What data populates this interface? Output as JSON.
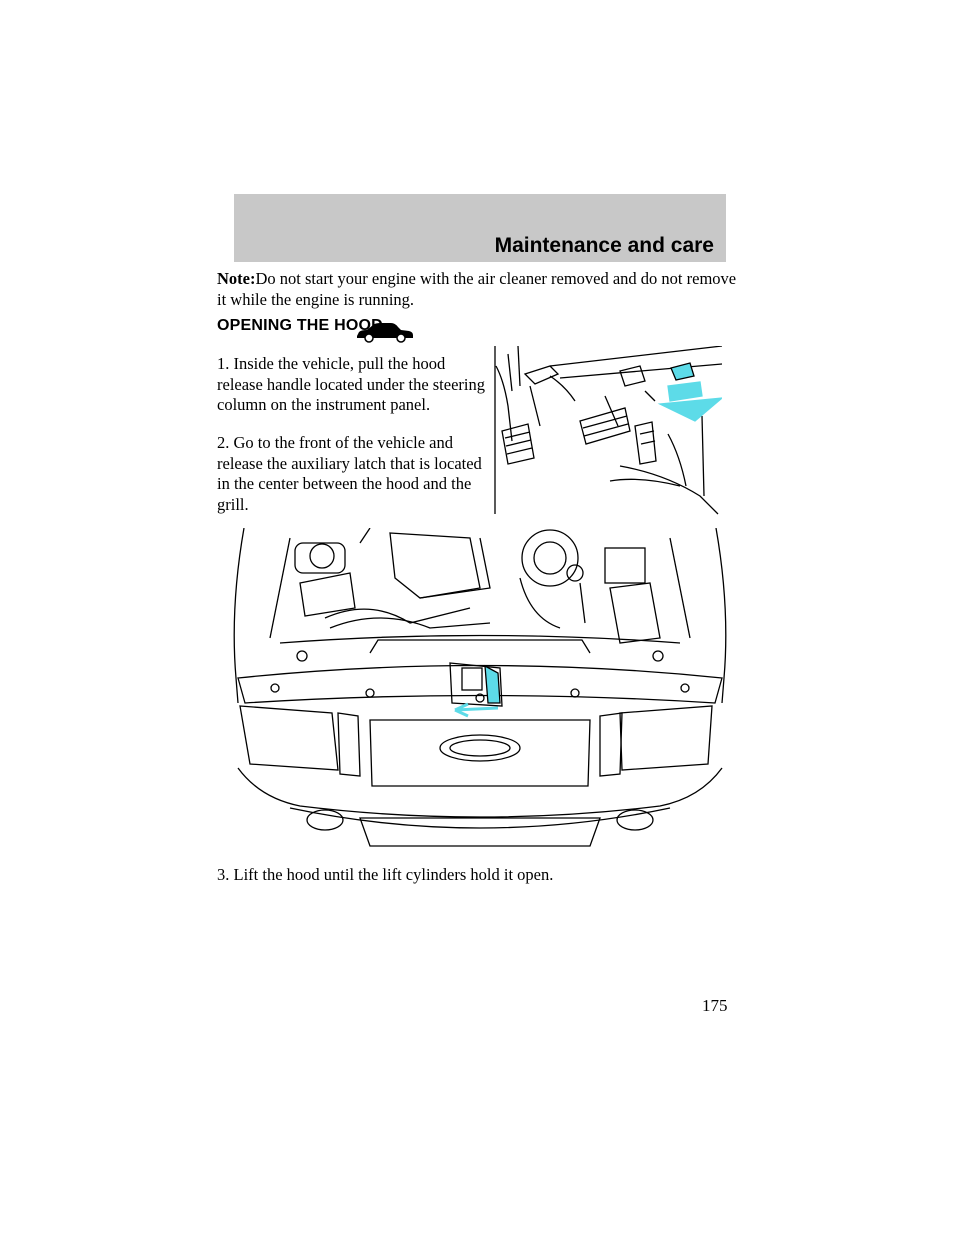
{
  "header": {
    "section_title": "Maintenance and care"
  },
  "note": {
    "label": "Note:",
    "text": "Do not start your engine with the air cleaner removed and do not remove it while the engine is running."
  },
  "section": {
    "heading": "OPENING THE HOOD",
    "icon": "car-icon"
  },
  "steps": [
    {
      "text": "1. Inside the vehicle, pull the hood release handle located under the steering column on the instrument panel."
    },
    {
      "text": "2. Go to the front of the vehicle and release the auxiliary latch that is located in the center between the hood and the grill."
    },
    {
      "text": "3. Lift the hood until the lift cylinders hold it open."
    }
  ],
  "figures": {
    "pedals": {
      "icon": "hood-release-illustration"
    },
    "engine": {
      "icon": "engine-bay-illustration"
    }
  },
  "colors": {
    "header_band": "#c8c8c8",
    "highlight": "#5ddbe8"
  },
  "page_number": "175"
}
